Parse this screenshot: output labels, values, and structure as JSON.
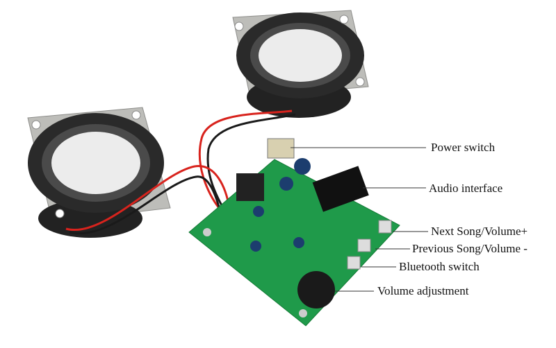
{
  "labels": {
    "power_switch": "Power switch",
    "audio_interface": "Audio interface",
    "next_song": "Next Song/Volume+",
    "previous_song": "Previous Song/Volume -",
    "bluetooth_switch": "Bluetooth switch",
    "volume_adjustment": "Volume adjustment"
  },
  "colors": {
    "pcb": "#1f9a4a",
    "speaker_frame": "#b9b9b6",
    "speaker_surround": "#2a2a2a",
    "cone": "#e9e9e9",
    "wire_red": "#d8231d",
    "wire_black": "#1a1a1a"
  }
}
